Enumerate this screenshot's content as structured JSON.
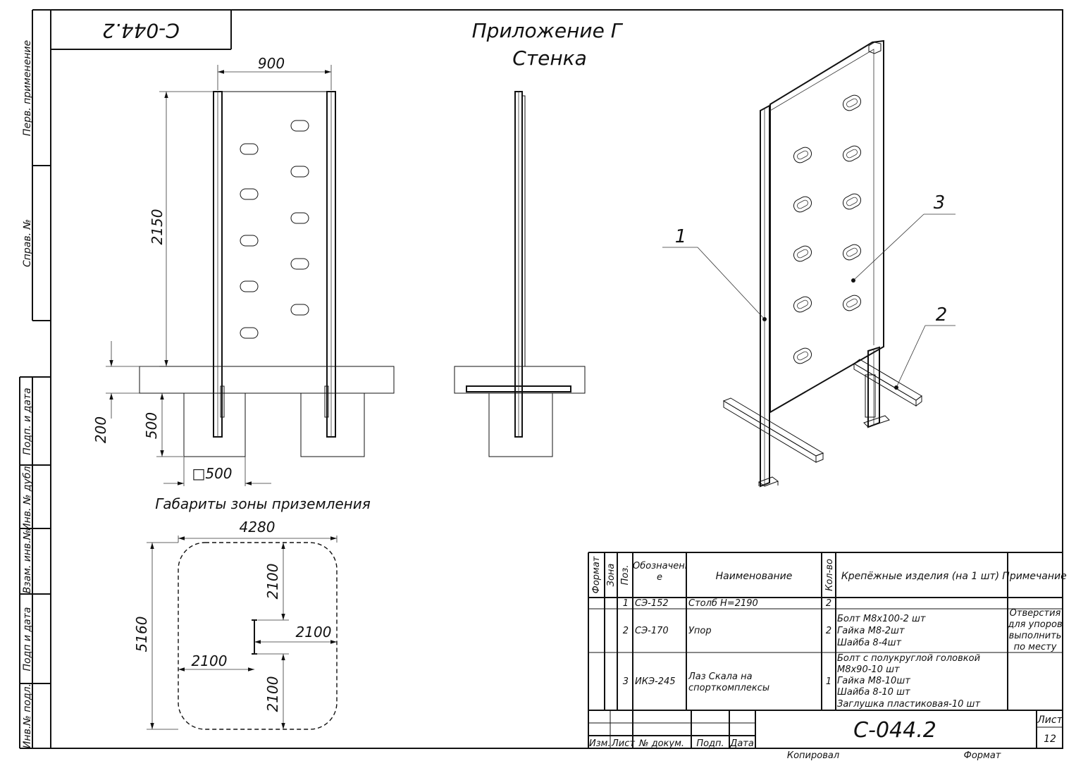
{
  "sheet": {
    "mirrored_code": "С-044.2",
    "title_line1": "Приложение Г",
    "title_line2": "Стенка"
  },
  "side_strip": {
    "labels": [
      "Перв. применение",
      "Справ. №",
      "Подп. и дата",
      "Инв. № дубл.",
      "Взам. инв.№",
      "Подп и дата",
      "Инв.№ подл."
    ]
  },
  "front_view": {
    "width_dim": "900",
    "height_dim": "2150",
    "slab_dim": "200",
    "depth_dim": "500",
    "footing_dim": "□500"
  },
  "zone": {
    "title": "Габариты зоны приземления",
    "width_dim": "4280",
    "height_dim": "5160",
    "top_dim": "2100",
    "right_dim": "2100",
    "left_dim": "2100",
    "bottom_dim": "2100"
  },
  "callouts": {
    "c1": "1",
    "c2": "2",
    "c3": "3"
  },
  "spec_table": {
    "headers": {
      "format": "Формат",
      "zone": "Зона",
      "pos": "Поз.",
      "designation": "Обозначени е",
      "name": "Наименование",
      "qty": "Кол-во",
      "fasteners": "Крепёжные изделия (на 1 шт)",
      "note": "Примечание"
    },
    "rows": [
      {
        "pos": "1",
        "designation": "СЭ-152",
        "name": [
          "Столб Н=2190"
        ],
        "qty": "2",
        "fasteners": [],
        "note": []
      },
      {
        "pos": "2",
        "designation": "СЭ-170",
        "name": [
          "Упор"
        ],
        "qty": "2",
        "fasteners": [
          "Болт М8х100-2 шт",
          "Гайка М8-2шт",
          "Шайба 8-4шт"
        ],
        "note": [
          "Отверстия",
          "для упоров",
          "выполнить",
          "по месту"
        ]
      },
      {
        "pos": "3",
        "designation": "ИКЭ-245",
        "name": [
          "Лаз Скала на",
          "спорткомплексы"
        ],
        "qty": "1",
        "fasteners": [
          "Болт с полукруглой головкой",
          "М8х90-10 шт",
          "Гайка М8-10шт",
          "Шайба 8-10 шт",
          "Заглушка пластиковая-10 шт"
        ],
        "note": []
      }
    ]
  },
  "title_block": {
    "code": "С-044.2",
    "sheet_label": "Лист",
    "sheet_no": "12",
    "cols": {
      "change": "Изм.",
      "sheet": "Лист",
      "doc": "№ докум.",
      "sign": "Подп.",
      "date": "Дата"
    },
    "copied": "Копировал",
    "format": "Формат"
  }
}
